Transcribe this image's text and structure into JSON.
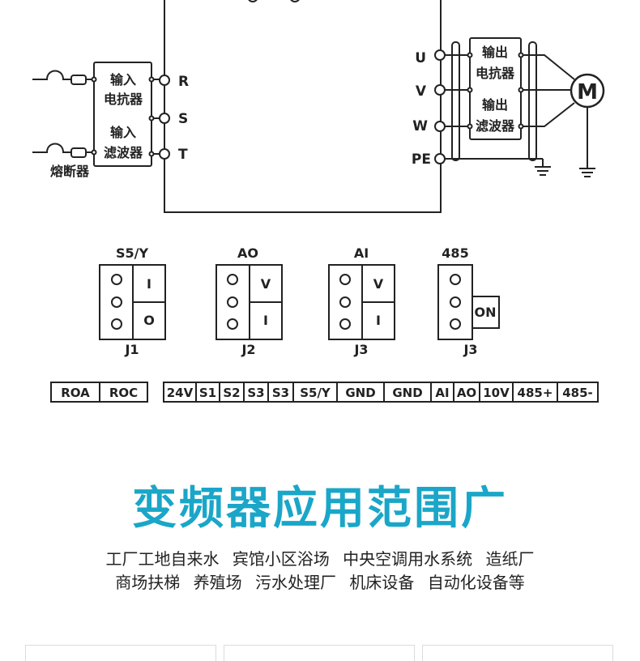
{
  "wiring": {
    "input_terminals": [
      "R",
      "S",
      "T"
    ],
    "output_terminals": [
      "U",
      "V",
      "W",
      "PE"
    ],
    "input_reactor": [
      "输入",
      "电抗器"
    ],
    "input_filter": [
      "输入",
      "滤波器"
    ],
    "output_reactor": [
      "输出",
      "电抗器"
    ],
    "output_filter": [
      "输出",
      "滤波器"
    ],
    "fuse_label": "熔断器",
    "motor_label": "M"
  },
  "jumpers": [
    {
      "header": "S5/Y",
      "name": "J1",
      "top": "I",
      "bottom": "O"
    },
    {
      "header": "AO",
      "name": "J2",
      "top": "V",
      "bottom": "I"
    },
    {
      "header": "AI",
      "name": "J3",
      "top": "V",
      "bottom": "I"
    },
    {
      "header": "485",
      "name": "J3",
      "switch": "ON"
    }
  ],
  "terminals_left": [
    "ROA",
    "ROC"
  ],
  "terminals_right": [
    "24V",
    "S1",
    "S2",
    "S3",
    "S3",
    "S5/Y",
    "GND",
    "GND",
    "AI",
    "AO",
    "10V",
    "485+",
    "485-"
  ],
  "section": {
    "title": "变频器应用范围广",
    "line1": [
      "工厂工地自来水",
      "宾馆小区浴场",
      "中央空调用水系统",
      "造纸厂"
    ],
    "line2": [
      "商场扶梯",
      "养殖场",
      "污水处理厂",
      "机床设备",
      "自动化设备等"
    ]
  },
  "colors": {
    "accent": "#1aa6c8",
    "line": "#222222"
  }
}
